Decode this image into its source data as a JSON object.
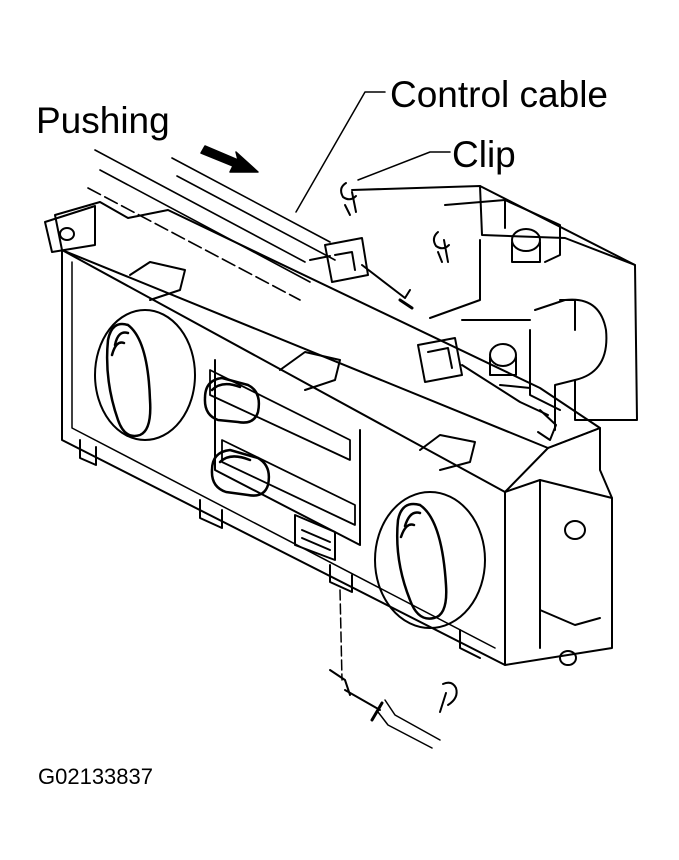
{
  "labels": {
    "pushing": "Pushing",
    "control_cable": "Control cable",
    "clip": "Clip",
    "figure_code": "G02133837"
  },
  "colors": {
    "ink": "#000000",
    "paper": "#ffffff"
  }
}
